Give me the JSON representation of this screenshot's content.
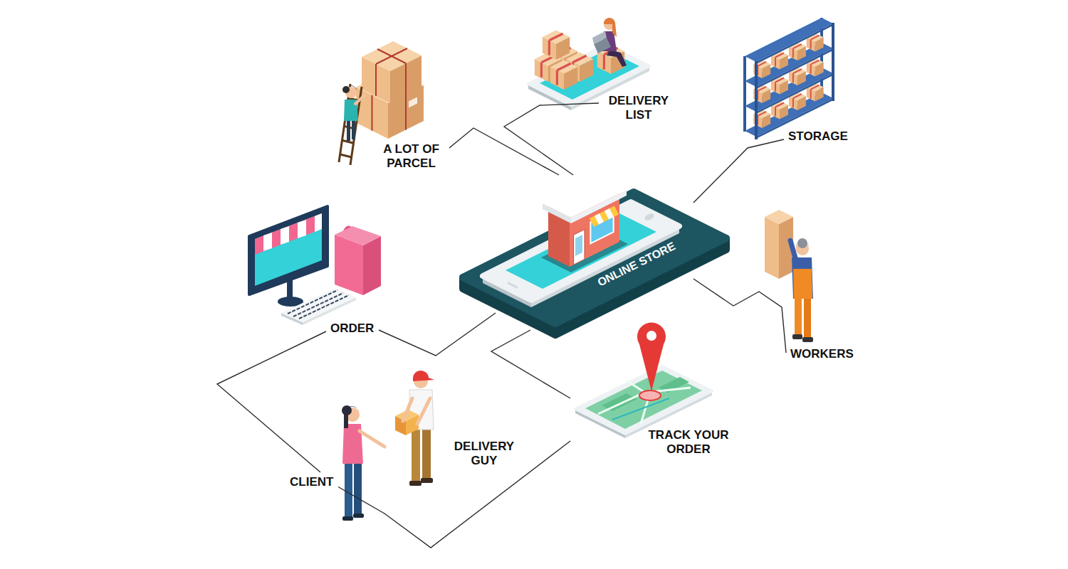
{
  "diagram": {
    "nodes": [
      {
        "text": [
          "A LOT OF PARCEL"
        ]
      },
      {
        "text": [
          "DELIVERY LIST"
        ]
      },
      {
        "text": [
          "STORAGE"
        ]
      },
      {
        "text": [
          "ONLINE STORE"
        ]
      },
      {
        "text": [
          "ORDER"
        ]
      },
      {
        "text": [
          "WORKERS"
        ]
      },
      {
        "text": [
          "TRACK YOUR ORDER"
        ]
      },
      {
        "text": [
          "CLIENT"
        ]
      },
      {
        "text": [
          "DELIVERY GUY"
        ]
      }
    ],
    "edges": [
      {
        "from": 0,
        "to": 3,
        "arrow": "none"
      },
      {
        "from": 1,
        "to": 3,
        "arrow": "none"
      },
      {
        "from": 2,
        "to": 3,
        "arrow": "none"
      },
      {
        "from": 4,
        "to": 3,
        "arrow": "none"
      },
      {
        "from": 3,
        "to": 5,
        "arrow": "none"
      },
      {
        "from": 3,
        "to": 6,
        "arrow": "none"
      },
      {
        "from": 4,
        "to": 7,
        "arrow": "none"
      },
      {
        "from": 7,
        "to": 6,
        "arrow": "none"
      }
    ]
  }
}
